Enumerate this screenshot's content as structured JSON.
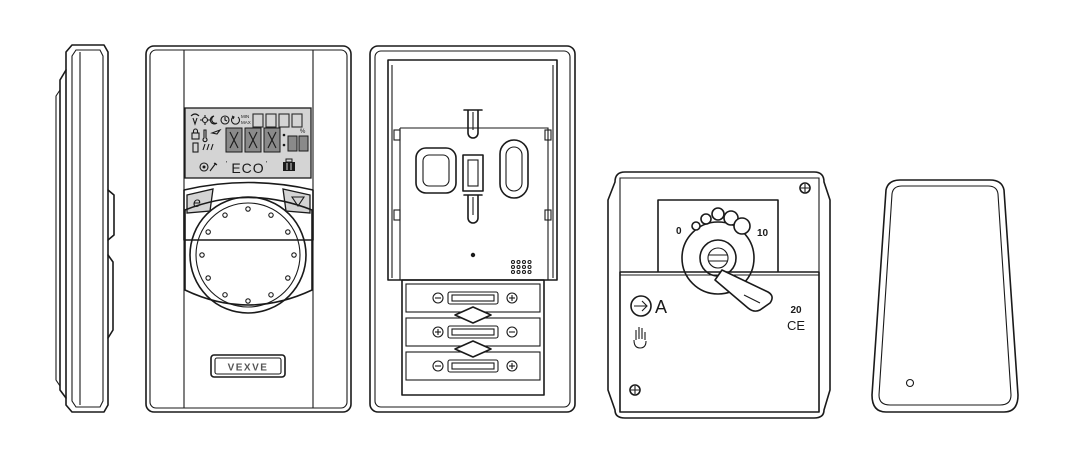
{
  "display": {
    "eco_label": "ECO",
    "minmax_label": "MIN\nMAX",
    "brand_logo": "VEXVE"
  },
  "actuator": {
    "scale_min": "0",
    "scale_max": "10",
    "mode_label": "A",
    "marking_rating": "20",
    "marking_ce": "CE"
  },
  "icons": [
    "signal-icon",
    "sun-icon",
    "moon-icon",
    "clock-icon",
    "cycle-icon",
    "lock-icon",
    "thermometer-icon",
    "battery-icon",
    "heating-icon",
    "settings-icon",
    "holiday-icon",
    "eco-icon",
    "hand-icon",
    "arrow-right-icon",
    "screw-icon"
  ]
}
